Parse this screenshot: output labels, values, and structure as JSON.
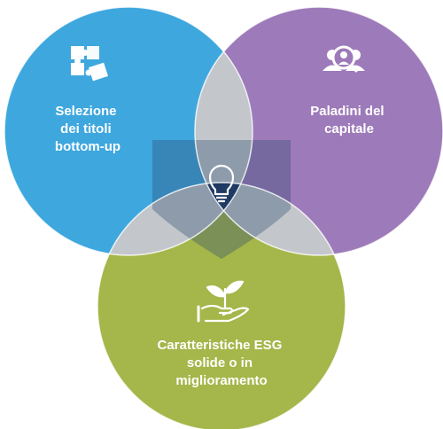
{
  "diagram": {
    "type": "venn",
    "circles": [
      {
        "id": "left",
        "label_lines": [
          "Selezione",
          "dei titoli",
          "bottom-up"
        ],
        "icon": "puzzle-icon",
        "color": "#3ea7de"
      },
      {
        "id": "right",
        "label_lines": [
          "Paladini del",
          "capitale"
        ],
        "icon": "people-magnifier-icon",
        "color": "#9d7ab9"
      },
      {
        "id": "bottom",
        "label_lines": [
          "Caratteristiche ESG",
          "solide o in",
          "miglioramento"
        ],
        "icon": "hand-plant-icon",
        "color": "#a5b64a"
      }
    ],
    "overlap_color": "#c3c7cb",
    "center_color": "#1f3a63",
    "center_icon": "lightbulb-icon"
  }
}
